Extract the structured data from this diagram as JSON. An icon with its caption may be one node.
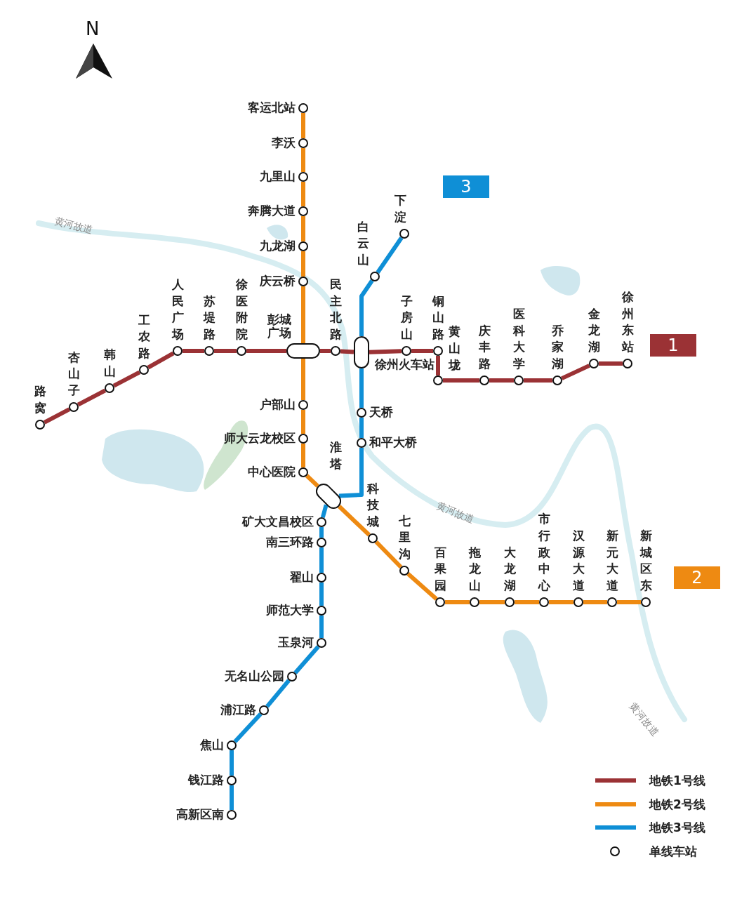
{
  "diagram": {
    "nodes": [
      {
        "text": [
          "路窝"
        ]
      },
      {
        "text": [
          "杏山子"
        ]
      },
      {
        "text": [
          "韩山"
        ]
      },
      {
        "text": [
          "工农路"
        ]
      },
      {
        "text": [
          "人民广场"
        ]
      },
      {
        "text": [
          "苏堤路"
        ]
      },
      {
        "text": [
          "徐医附院"
        ]
      },
      {
        "text": [
          "彭城广场"
        ]
      },
      {
        "text": [
          "民主北路"
        ]
      },
      {
        "text": [
          "徐州火车站"
        ]
      },
      {
        "text": [
          "子房山"
        ]
      },
      {
        "text": [
          "铜山路"
        ]
      },
      {
        "text": [
          "黄山垅"
        ]
      },
      {
        "text": [
          "庆丰路"
        ]
      },
      {
        "text": [
          "医科大学"
        ]
      },
      {
        "text": [
          "乔家湖"
        ]
      },
      {
        "text": [
          "金龙湖"
        ]
      },
      {
        "text": [
          "徐州东站"
        ]
      },
      {
        "text": [
          "客运北站"
        ]
      },
      {
        "text": [
          "李沃"
        ]
      },
      {
        "text": [
          "九里山"
        ]
      },
      {
        "text": [
          "奔腾大道"
        ]
      },
      {
        "text": [
          "九龙湖"
        ]
      },
      {
        "text": [
          "庆云桥"
        ]
      },
      {
        "text": [
          "户部山"
        ]
      },
      {
        "text": [
          "师大云龙校区"
        ]
      },
      {
        "text": [
          "中心医院"
        ]
      },
      {
        "text": [
          "淮塔"
        ]
      },
      {
        "text": [
          "科技城"
        ]
      },
      {
        "text": [
          "七里沟"
        ]
      },
      {
        "text": [
          "百果园"
        ]
      },
      {
        "text": [
          "拖龙山"
        ]
      },
      {
        "text": [
          "大龙湖"
        ]
      },
      {
        "text": [
          "市行政中心"
        ]
      },
      {
        "text": [
          "汉源大道"
        ]
      },
      {
        "text": [
          "新元大道"
        ]
      },
      {
        "text": [
          "新城区东"
        ]
      },
      {
        "text": [
          "下淀"
        ]
      },
      {
        "text": [
          "白云山"
        ]
      },
      {
        "text": [
          "天桥"
        ]
      },
      {
        "text": [
          "和平大桥"
        ]
      },
      {
        "text": [
          "矿大文昌校区"
        ]
      },
      {
        "text": [
          "南三环路"
        ]
      },
      {
        "text": [
          "翟山"
        ]
      },
      {
        "text": [
          "师范大学"
        ]
      },
      {
        "text": [
          "玉泉河"
        ]
      },
      {
        "text": [
          "无名山公园"
        ]
      },
      {
        "text": [
          "浦江路"
        ]
      },
      {
        "text": [
          "焦山"
        ]
      },
      {
        "text": [
          "钱江路"
        ]
      },
      {
        "text": [
          "高新区南"
        ]
      },
      {
        "text": [
          "3"
        ]
      },
      {
        "text": [
          "1"
        ]
      },
      {
        "text": [
          "2"
        ]
      }
    ],
    "edges": [
      {
        "from": 0,
        "to": 1,
        "arrow": "none",
        "color": "#9b3235"
      },
      {
        "from": 1,
        "to": 2,
        "arrow": "none",
        "color": "#9b3235"
      },
      {
        "from": 2,
        "to": 3,
        "arrow": "none",
        "color": "#9b3235"
      },
      {
        "from": 3,
        "to": 4,
        "arrow": "none",
        "color": "#9b3235"
      },
      {
        "from": 4,
        "to": 5,
        "arrow": "none",
        "color": "#9b3235"
      },
      {
        "from": 5,
        "to": 6,
        "arrow": "none",
        "color": "#9b3235"
      },
      {
        "from": 6,
        "to": 7,
        "arrow": "none",
        "color": "#9b3235"
      },
      {
        "from": 7,
        "to": 8,
        "arrow": "none",
        "color": "#9b3235"
      },
      {
        "from": 8,
        "to": 9,
        "arrow": "none",
        "color": "#9b3235"
      },
      {
        "from": 9,
        "to": 10,
        "arrow": "none",
        "color": "#9b3235"
      },
      {
        "from": 10,
        "to": 11,
        "arrow": "none",
        "color": "#9b3235"
      },
      {
        "from": 11,
        "to": 12,
        "arrow": "none",
        "color": "#9b3235"
      },
      {
        "from": 12,
        "to": 13,
        "arrow": "none",
        "color": "#9b3235"
      },
      {
        "from": 13,
        "to": 14,
        "arrow": "none",
        "color": "#9b3235"
      },
      {
        "from": 14,
        "to": 15,
        "arrow": "none",
        "color": "#9b3235"
      },
      {
        "from": 15,
        "to": 16,
        "arrow": "none",
        "color": "#9b3235"
      },
      {
        "from": 16,
        "to": 17,
        "arrow": "none",
        "color": "#9b3235"
      },
      {
        "from": 18,
        "to": 19,
        "arrow": "none",
        "color": "#ee8a12"
      },
      {
        "from": 19,
        "to": 20,
        "arrow": "none",
        "color": "#ee8a12"
      },
      {
        "from": 20,
        "to": 21,
        "arrow": "none",
        "color": "#ee8a12"
      },
      {
        "from": 21,
        "to": 22,
        "arrow": "none",
        "color": "#ee8a12"
      },
      {
        "from": 22,
        "to": 23,
        "arrow": "none",
        "color": "#ee8a12"
      },
      {
        "from": 23,
        "to": 7,
        "arrow": "none",
        "color": "#ee8a12"
      },
      {
        "from": 7,
        "to": 24,
        "arrow": "none",
        "color": "#ee8a12"
      },
      {
        "from": 24,
        "to": 25,
        "arrow": "none",
        "color": "#ee8a12"
      },
      {
        "from": 25,
        "to": 26,
        "arrow": "none",
        "color": "#ee8a12"
      },
      {
        "from": 26,
        "to": 27,
        "arrow": "none",
        "color": "#ee8a12"
      },
      {
        "from": 27,
        "to": 28,
        "arrow": "none",
        "color": "#ee8a12"
      },
      {
        "from": 28,
        "to": 29,
        "arrow": "none",
        "color": "#ee8a12"
      },
      {
        "from": 29,
        "to": 30,
        "arrow": "none",
        "color": "#ee8a12"
      },
      {
        "from": 30,
        "to": 31,
        "arrow": "none",
        "color": "#ee8a12"
      },
      {
        "from": 31,
        "to": 32,
        "arrow": "none",
        "color": "#ee8a12"
      },
      {
        "from": 32,
        "to": 33,
        "arrow": "none",
        "color": "#ee8a12"
      },
      {
        "from": 33,
        "to": 34,
        "arrow": "none",
        "color": "#ee8a12"
      },
      {
        "from": 34,
        "to": 35,
        "arrow": "none",
        "color": "#ee8a12"
      },
      {
        "from": 35,
        "to": 36,
        "arrow": "none",
        "color": "#ee8a12"
      },
      {
        "from": 37,
        "to": 38,
        "arrow": "none",
        "color": "#0f8fd6"
      },
      {
        "from": 38,
        "to": 9,
        "arrow": "none",
        "color": "#0f8fd6"
      },
      {
        "from": 9,
        "to": 39,
        "arrow": "none",
        "color": "#0f8fd6"
      },
      {
        "from": 39,
        "to": 40,
        "arrow": "none",
        "color": "#0f8fd6"
      },
      {
        "from": 40,
        "to": 27,
        "arrow": "none",
        "color": "#0f8fd6"
      },
      {
        "from": 27,
        "to": 41,
        "arrow": "none",
        "color": "#0f8fd6"
      },
      {
        "from": 41,
        "to": 42,
        "arrow": "none",
        "color": "#0f8fd6"
      },
      {
        "from": 42,
        "to": 43,
        "arrow": "none",
        "color": "#0f8fd6"
      },
      {
        "from": 43,
        "to": 44,
        "arrow": "none",
        "color": "#0f8fd6"
      },
      {
        "from": 44,
        "to": 45,
        "arrow": "none",
        "color": "#0f8fd6"
      },
      {
        "from": 45,
        "to": 46,
        "arrow": "none",
        "color": "#0f8fd6"
      },
      {
        "from": 46,
        "to": 47,
        "arrow": "none",
        "color": "#0f8fd6"
      },
      {
        "from": 47,
        "to": 48,
        "arrow": "none",
        "color": "#0f8fd6"
      },
      {
        "from": 48,
        "to": 49,
        "arrow": "none",
        "color": "#0f8fd6"
      },
      {
        "from": 49,
        "to": 50,
        "arrow": "none",
        "color": "#0f8fd6"
      }
    ],
    "labels": [
      "N",
      "黄河故道",
      "黄河故道",
      "黄河故道"
    ],
    "legend": [
      {
        "text": "地铁1号线",
        "color": "#9b3235"
      },
      {
        "text": "地铁2号线",
        "color": "#ee8a12"
      },
      {
        "text": "地铁3号线",
        "color": "#0f8fd6"
      },
      {
        "text": "单线车站"
      }
    ]
  }
}
